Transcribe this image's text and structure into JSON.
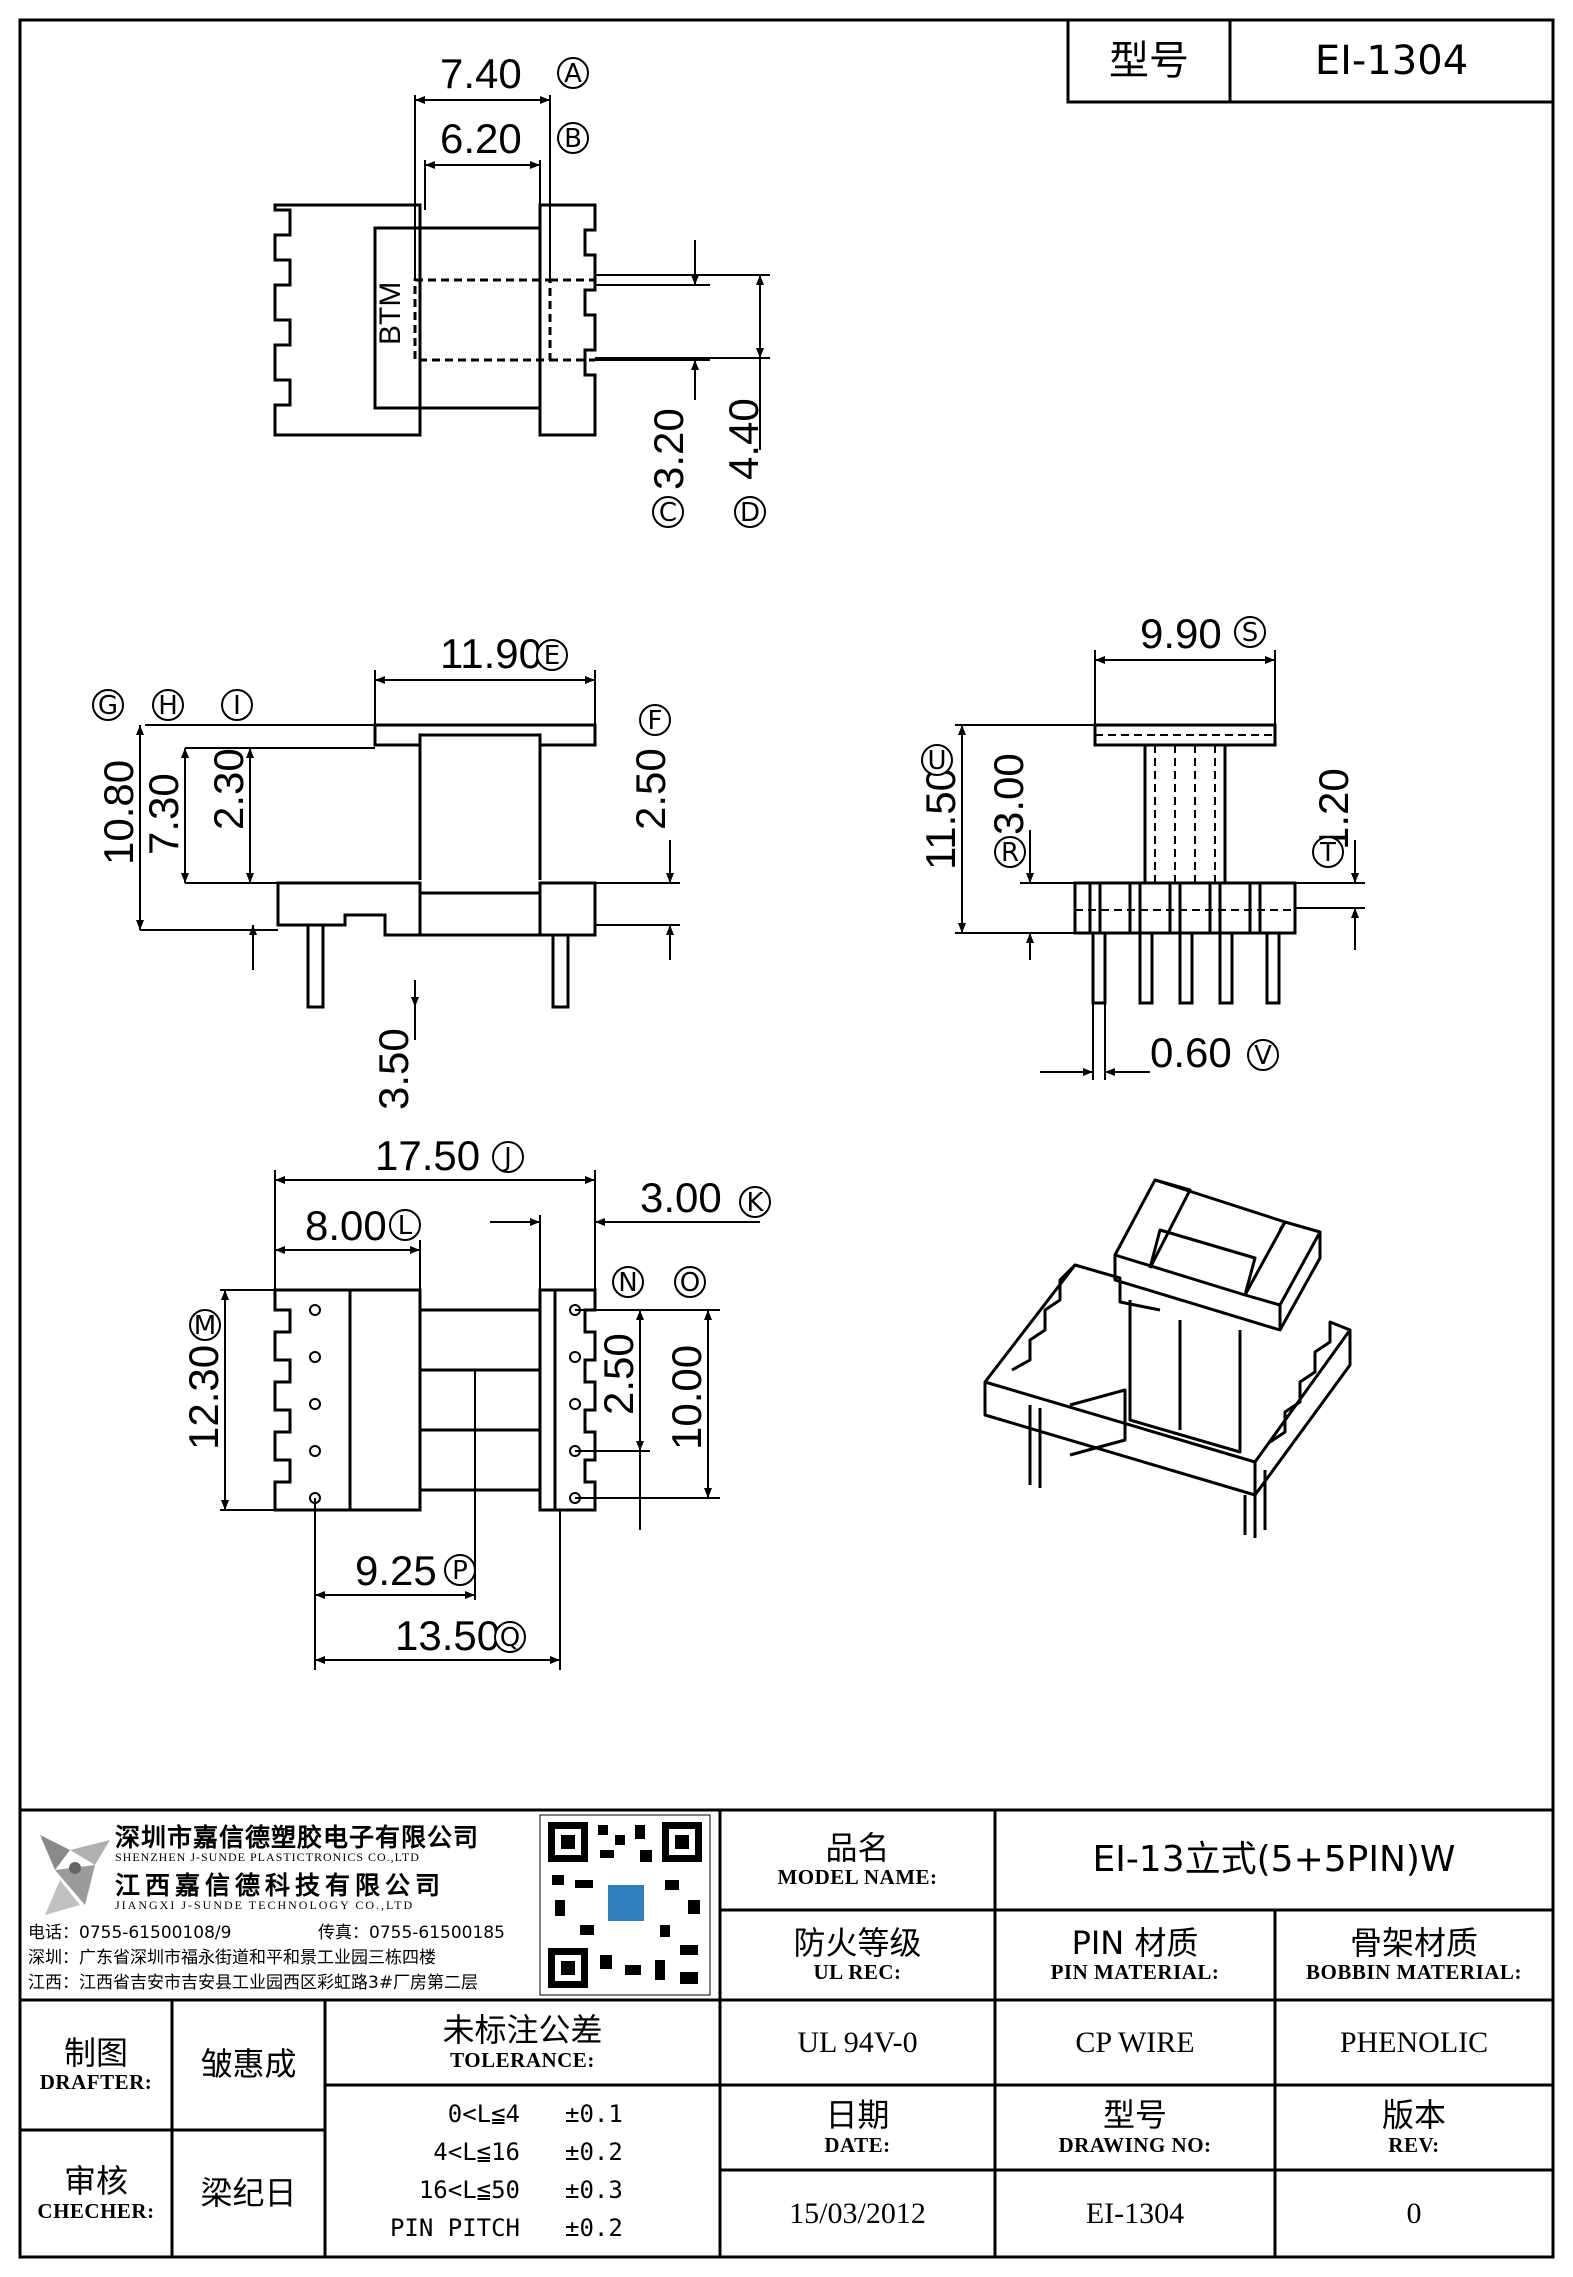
{
  "header": {
    "label": "型号",
    "model": "EI-1304"
  },
  "dimensions": {
    "A": "7.40",
    "B": "6.20",
    "C": "3.20",
    "D": "4.40",
    "E": "11.90",
    "F": "2.50",
    "G": "10.80",
    "H": "7.30",
    "I": "2.30",
    "pin_len": "3.50",
    "S": "9.90",
    "U": "11.50",
    "R": "3.00",
    "T": "1.20",
    "V": "0.60",
    "J": "17.50",
    "L": "8.00",
    "K": "3.00",
    "M": "12.30",
    "N": "2.50",
    "O": "10.00",
    "P": "9.25",
    "Q": "13.50"
  },
  "tags": {
    "A": "A",
    "B": "B",
    "C": "C",
    "D": "D",
    "E": "E",
    "F": "F",
    "G": "G",
    "H": "H",
    "I": "I",
    "J": "J",
    "K": "K",
    "L": "L",
    "M": "M",
    "N": "N",
    "O": "O",
    "P": "P",
    "Q": "Q",
    "R": "R",
    "S": "S",
    "T": "T",
    "U": "U",
    "V": "V"
  },
  "btm_label": "BTM",
  "company": {
    "name_cn_1": "深圳市嘉信德塑胶电子有限公司",
    "name_en_1": "SHENZHEN J-SUNDE PLASTICTRONICS CO.,LTD",
    "name_cn_2": "江西嘉信德科技有限公司",
    "name_en_2": "JIANGXI J-SUNDE TECHNOLOGY CO.,LTD",
    "phone": "电话：0755-61500108/9",
    "fax": "传真：0755-61500185",
    "addr_sz": "深圳：广东省深圳市福永街道和平和景工业园三栋四楼",
    "addr_jx": "江西：江西省吉安市吉安县工业园西区彩虹路3#厂房第二层"
  },
  "title_block": {
    "model_name_cn": "品名",
    "model_name_en": "MODEL NAME:",
    "model_name_val": "EI-13立式(5+5PIN)W",
    "ul_cn": "防火等级",
    "ul_en": "UL REC:",
    "ul_val": "UL 94V-0",
    "pin_cn": "PIN 材质",
    "pin_en": "PIN MATERIAL:",
    "pin_val": "CP WIRE",
    "bobbin_cn": "骨架材质",
    "bobbin_en": "BOBBIN MATERIAL:",
    "bobbin_val": "PHENOLIC",
    "drafter_cn": "制图",
    "drafter_en": "DRAFTER:",
    "drafter_val": "皱惠成",
    "checker_cn": "审核",
    "checker_en": "CHECHER:",
    "checker_val": "梁纪日",
    "tolerance_cn": "未标注公差",
    "tolerance_en": "TOLERANCE:",
    "tolerances": [
      {
        "range": "0<L≦4",
        "tol": "±0.1"
      },
      {
        "range": "4<L≦16",
        "tol": "±0.2"
      },
      {
        "range": "16<L≦50",
        "tol": "±0.3"
      },
      {
        "range": "PIN PITCH",
        "tol": "±0.2"
      }
    ],
    "date_cn": "日期",
    "date_en": "DATE:",
    "date_val": "15/03/2012",
    "drawing_cn": "型号",
    "drawing_en": "DRAWING NO:",
    "drawing_val": "EI-1304",
    "rev_cn": "版本",
    "rev_en": "REV:",
    "rev_val": "0"
  }
}
